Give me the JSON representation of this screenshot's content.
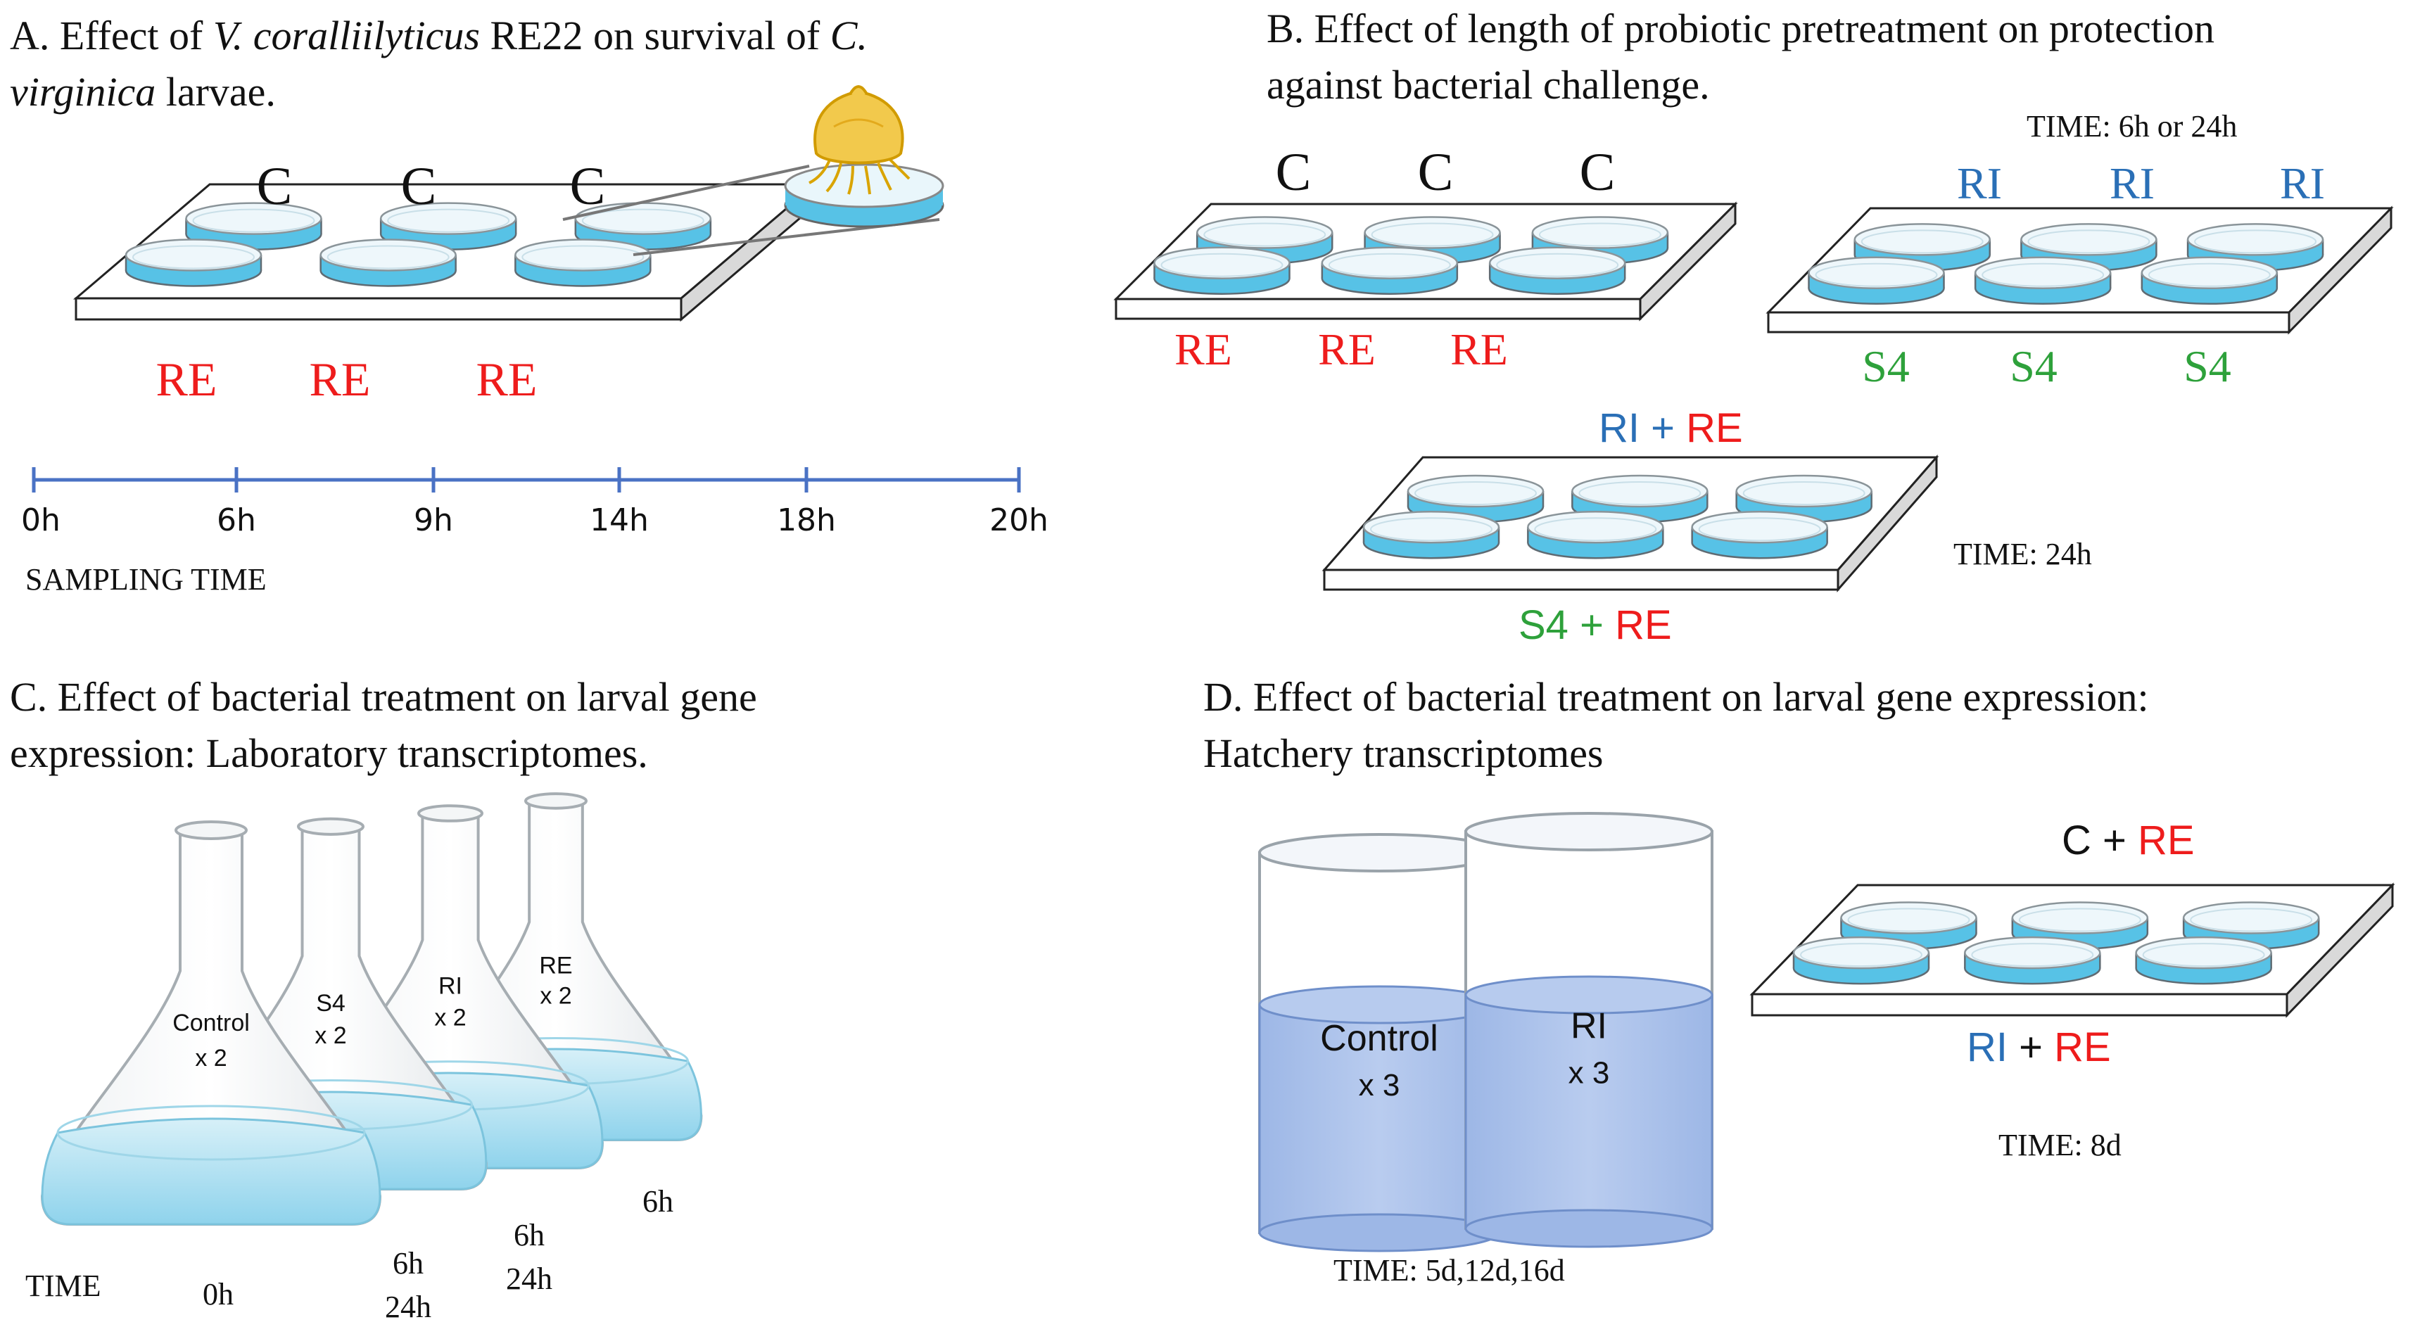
{
  "colors": {
    "red": "#ee1c1c",
    "blue": "#2a6fb6",
    "green": "#2ea13b",
    "black": "#111111",
    "timeline": "#4a72c4",
    "dish_fill": "#57c2e6",
    "tank_fill": "#a9c1ea",
    "flask_liquid": "#aee0f0",
    "larva": "#f2c94c"
  },
  "panelA": {
    "title_prefix": "A. Effect of ",
    "title_species1": "V. coralliilyticus",
    "title_mid": " RE22 on survival of ",
    "title_species2_a": "C.",
    "title_species2_b": "virginica",
    "title_suffix": " larvae.",
    "top_labels": [
      "C",
      "C",
      "C"
    ],
    "bottom_labels": [
      "RE",
      "RE",
      "RE"
    ],
    "timeline_ticks": [
      "0h",
      "6h",
      "9h",
      "14h",
      "18h",
      "20h"
    ],
    "sampling_label": "SAMPLING TIME"
  },
  "panelB": {
    "title_line1": "B. Effect of length of probiotic pretreatment on protection",
    "title_line2": "against bacterial challenge.",
    "plate1_top": [
      "C",
      "C",
      "C"
    ],
    "plate1_bottom": [
      "RE",
      "RE",
      "RE"
    ],
    "time1": "TIME: 6h or 24h",
    "plate2_top": [
      "RI",
      "RI",
      "RI"
    ],
    "plate2_bottom": [
      "S4",
      "S4",
      "S4"
    ],
    "plate3_top_a": "RI",
    "plate3_top_plus": " + ",
    "plate3_top_b": "RE",
    "plate3_bottom_a": "S4",
    "plate3_bottom_plus": " + ",
    "plate3_bottom_b": "RE",
    "time2": "TIME: 24h"
  },
  "panelC": {
    "title_line1": "C. Effect of bacterial treatment on larval gene",
    "title_line2": "expression: Laboratory transcriptomes.",
    "flasks": [
      {
        "name": "Control",
        "rep": "x 2"
      },
      {
        "name": "S4",
        "rep": "x 2"
      },
      {
        "name": "RI",
        "rep": "x 2"
      },
      {
        "name": "RE",
        "rep": "x 2"
      }
    ],
    "time_label": "TIME",
    "times": [
      "0h",
      "6h",
      "24h",
      "6h",
      "24h",
      "6h"
    ]
  },
  "panelD": {
    "title_line1": "D. Effect of bacterial treatment on larval gene expression:",
    "title_line2": "Hatchery transcriptomes",
    "tanks": [
      {
        "name": "Control",
        "rep": "x 3"
      },
      {
        "name": "RI",
        "rep": "x 3"
      }
    ],
    "tank_time": "TIME: 5d,12d,16d",
    "plate_top_a": "C",
    "plate_top_plus": " + ",
    "plate_top_b": "RE",
    "plate_bottom_a": "RI",
    "plate_bottom_plus": " + ",
    "plate_bottom_b": "RE",
    "plate_time": "TIME: 8d"
  }
}
